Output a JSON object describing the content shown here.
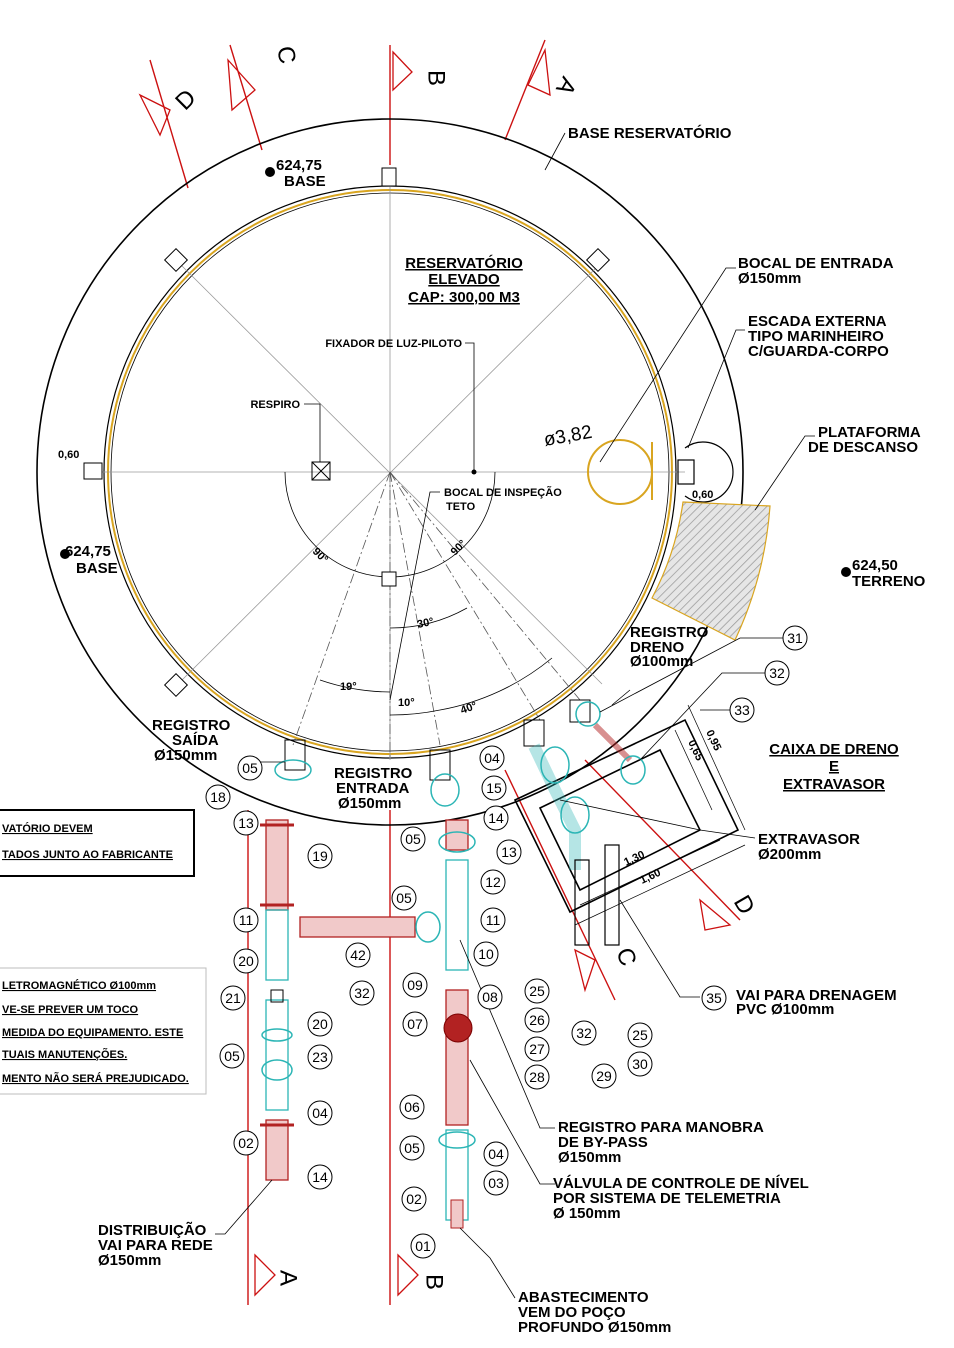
{
  "labels": {
    "base_reservatorio": "BASE RESERVATÓRIO",
    "elev_base_top": "624,75",
    "base_word_top": "BASE",
    "elev_base_left": "624,75",
    "base_word_left": "BASE",
    "elev_terreno": "624,50",
    "terreno_word": "TERRENO",
    "title_1": "RESERVATÓRIO",
    "title_2": "ELEVADO",
    "title_3": "CAP: 300,00 M3",
    "fixador": "FIXADOR DE LUZ-PILOTO",
    "respiro": "RESPIRO",
    "bocal_inspecao_1": "BOCAL DE INSPEÇÃO",
    "bocal_inspecao_2": "TETO",
    "dim_060_left": "0,60",
    "dim_060_right": "0,60",
    "diam_382": "ø3,82",
    "angle_90_left": "90°",
    "angle_90_right": "90°",
    "angle_30": "30°",
    "angle_19": "19°",
    "angle_10": "10°",
    "angle_40": "40°",
    "bocal_entrada_1": "BOCAL DE ENTRADA",
    "bocal_entrada_2": "Ø150mm",
    "escada_1": "ESCADA EXTERNA",
    "escada_2": "TIPO MARINHEIRO",
    "escada_3": "C/GUARDA-CORPO",
    "plataforma_1": "PLATAFORMA",
    "plataforma_2": "DE DESCANSO",
    "registro_dreno_1": "REGISTRO",
    "registro_dreno_2": "DRENO",
    "registro_dreno_3": "Ø100mm",
    "caixa_1": "CAIXA DE DRENO",
    "caixa_2": "E",
    "caixa_3": "EXTRAVASOR",
    "dim_095": "0,95",
    "dim_065": "0,65",
    "dim_130": "1,30",
    "dim_160": "1,60",
    "extravasor_1": "EXTRAVASOR",
    "extravasor_2": "Ø200mm",
    "registro_saida_1": "REGISTRO",
    "registro_saida_2": "SAÍDA",
    "registro_saida_3": "Ø150mm",
    "registro_entrada_1": "REGISTRO",
    "registro_entrada_2": "ENTRADA",
    "registro_entrada_3": "Ø150mm",
    "drenagem_1": "VAI PARA DRENAGEM",
    "drenagem_2": "PVC Ø100mm",
    "bypass_1": "REGISTRO PARA MANOBRA",
    "bypass_2": "DE BY-PASS",
    "bypass_3": "Ø150mm",
    "valvula_1": "VÁLVULA DE CONTROLE DE NÍVEL",
    "valvula_2": "POR SISTEMA DE TELEMETRIA",
    "valvula_3": "Ø 150mm",
    "distribuicao_1": "DISTRIBUIÇÃO",
    "distribuicao_2": "VAI PARA REDE",
    "distribuicao_3": "Ø150mm",
    "abastecimento_1": "ABASTECIMENTO",
    "abastecimento_2": "VEM DO POÇO",
    "abastecimento_3": "PROFUNDO Ø150mm"
  },
  "note_box_1": [
    "VATÓRIO DEVEM",
    "TADOS JUNTO AO FABRICANTE"
  ],
  "note_box_2": [
    "LETROMAGNÉTICO  Ø100mm",
    "VE-SE PREVER UM TOCO",
    "MEDIDA DO EQUIPAMENTO. ESTE",
    "TUAIS MANUTENÇÕES.",
    "MENTO NÃO SERÁ PREJUDICADO."
  ],
  "sections": {
    "top": [
      "C",
      "D",
      "B",
      "A"
    ],
    "bottom": [
      "A",
      "B"
    ],
    "right": [
      "D",
      "C"
    ]
  },
  "callouts": [
    "31",
    "32",
    "33",
    "05",
    "18",
    "13",
    "19",
    "11",
    "20",
    "21",
    "32",
    "20",
    "05",
    "23",
    "04",
    "02",
    "14",
    "04",
    "15",
    "05",
    "14",
    "13",
    "12",
    "05",
    "11",
    "42",
    "10",
    "09",
    "08",
    "07",
    "06",
    "05",
    "04",
    "03",
    "02",
    "01",
    "25",
    "26",
    "27",
    "28",
    "32",
    "29",
    "25",
    "30",
    "35"
  ],
  "colors": {
    "tank_wall": "#d9a520",
    "section_line": "#cc1111",
    "pipe_red": "#b22222",
    "fitting_cyan": "#2bb5b5",
    "lines": "#000000",
    "grid": "#9a9a9a"
  }
}
